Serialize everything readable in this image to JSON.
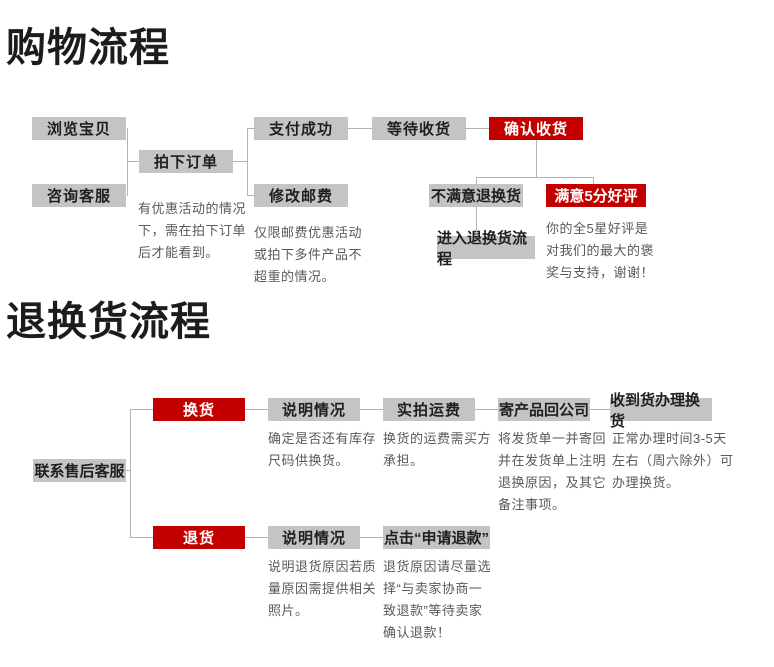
{
  "colors": {
    "accent_red": "#c20000",
    "box_gray": "#c4c4c4",
    "connector_gray": "#b3b3b3",
    "note_text": "#595959",
    "title_text": "#1c1c1c"
  },
  "shopping": {
    "title": "购物流程",
    "boxes": {
      "browse": "浏览宝贝",
      "consult": "咨询客服",
      "order": "拍下订单",
      "pay": "支付成功",
      "postage": "修改邮费",
      "wait": "等待收货",
      "confirm": "确认收货",
      "unsatisfied": "不满意退换货",
      "satisfied": "满意5分好评",
      "enter_return": "进入退换货流程"
    },
    "notes": {
      "order": "有优惠活动的情况\n下，需在拍下订单\n后才能看到。",
      "postage": "仅限邮费优惠活动\n或拍下多件产品不\n超重的情况。",
      "praise": "你的全5星好评是\n对我们的最大的褒\n奖与支持，谢谢！"
    }
  },
  "returns": {
    "title": "退换货流程",
    "boxes": {
      "contact": "联系售后客服",
      "exchange": "换货",
      "exchange_explain": "说明情况",
      "exchange_freight": "实拍运费",
      "exchange_send": "寄产品回公司",
      "exchange_receive": "收到货办理换货",
      "refund": "退货",
      "refund_explain": "说明情况",
      "refund_click": "点击“申请退款”"
    },
    "notes": {
      "exchange_explain": "确定是否还有库存\n尺码供换货。",
      "exchange_freight": "换货的运费需买方\n承担。",
      "exchange_send": "将发货单一并寄回\n并在发货单上注明\n退换原因，及其它\n备注事项。",
      "exchange_receive": "正常办理时间3-5天\n左右（周六除外）可\n办理换货。",
      "refund_explain": "说明退货原因若质\n量原因需提供相关\n照片。",
      "refund_click": "退货原因请尽量选\n择“与卖家协商一\n致退款”等待卖家\n确认退款！"
    }
  }
}
